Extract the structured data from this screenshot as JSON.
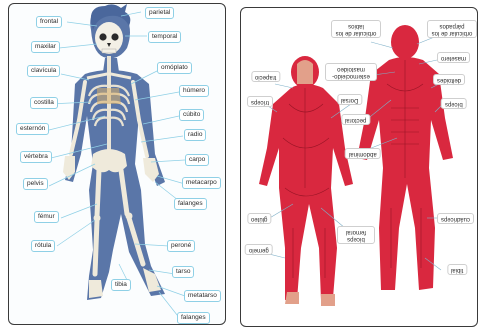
{
  "skeleton_labels": {
    "frontal": "frontal",
    "parietal": "parietal",
    "maxilar": "maxilar",
    "temporal": "temporal",
    "clavicula": "clavícula",
    "omoplato": "omóplato",
    "humero": "húmero",
    "costilla": "costilla",
    "cubito": "cúbito",
    "esternon": "esternón",
    "radio": "radio",
    "vertebra": "vértebra",
    "carpo": "carpo",
    "pelvis": "pelvis",
    "metacarpo": "metacarpo",
    "falanges_hand": "falanges",
    "femur": "fémur",
    "rotula": "rótula",
    "perone": "peroné",
    "tarso": "tarso",
    "tibia": "tibia",
    "metatarso": "metatarso",
    "falanges_foot": "falanges"
  },
  "muscle_labels": {
    "orbicular_labios": "orbicular de los labios",
    "orbicular_parpados": "orbicular de los párpados",
    "masetero": "masetero",
    "esternocleido": "esternocleido-mastoideo",
    "trapecio": "trapecio",
    "deltoides": "deltoides",
    "triceps": "tríceps",
    "dorsal": "Dorsal",
    "biceps": "bíceps",
    "pectoral": "pectoral",
    "abdominal": "abdominal",
    "gluteo": "glúteo",
    "biceps_femoral": "bíceps femoral",
    "cuadriceps": "cuádriceps",
    "gemelo": "gemelo",
    "tibial": "tibial"
  }
}
